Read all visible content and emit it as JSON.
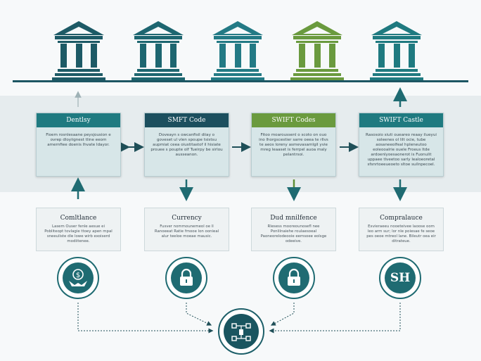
{
  "colors": {
    "teal_dark": "#1c5663",
    "teal": "#1f7a80",
    "olive_green": "#6a9a3e",
    "card_bg": "#d7e6e8",
    "band_bg": "#e6ecee"
  },
  "banks": [
    {
      "icon": "bank-building-icon",
      "color": "#1d5a66"
    },
    {
      "icon": "bank-building-icon",
      "color": "#1d6670"
    },
    {
      "icon": "bank-building-icon",
      "color": "#237a85"
    },
    {
      "icon": "bank-building-icon",
      "color": "#6a9a3e"
    },
    {
      "icon": "bank-building-icon",
      "color": "#1f7a80"
    }
  ],
  "cards": [
    {
      "title": "Dentlsy",
      "header_color": "#1f7a80",
      "body": "Fioem rosnlesaane peysjousion e ovrep dloyiignest tline eeom amernfiee doenis lhvate ldayor."
    },
    {
      "title": "SMFT Code",
      "header_color": "#1c4f5e",
      "body": "Doveayn s owcanfisil diiay o goveset ul vlen spoupe tsistsu aupmiat ceea oiustitastof il hisiate prouee s poupte olf Tueirpy be sirlou ausseanon."
    },
    {
      "title": "SWIFT Codes",
      "header_color": "#6a9a3e",
      "body": "Fitoo moaroussenl o scoto on ouo ino lhorgscestier sarre oeea te rllvs te aeos loreny asmevasamlgil yvie mreg leaaset is ferrpel auoa maly pelantrsoi."
    },
    {
      "title": "SWIFT Castle",
      "header_color": "#1f7a80",
      "body": "Rasosoio siuti oueareo reaay ilueyui soleenes ol lilt ocie, tube aosaneeolfeal hpleneutoo eoleooalrie ouele Froeus ltde ardoenlyoesaonerot is Fuonulit uppaee tlveetoo sarly lealoeoretal sfsnrtoeeueoeto sltoe suilnpecoel."
    }
  ],
  "boxes": [
    {
      "title": "Comltlance",
      "body": "Lasem Ouser fenle aesue ei Pobliteopt tovlagie ttoey apen mpal sneeuliste dle lowe wirb exoiserd modiitenee."
    },
    {
      "title": "Currency",
      "body": "Fusver nommounemeol oe ll Ranoeeat Ratie fmooe lon oonieal alur teeloe moeae mausic."
    },
    {
      "title": "Dud mnilfence",
      "body": "Rlesess mooreounosefl nee Ponlilnaiehe roulaesoeal Paoneorelodeooie eemsoee eolsge odeeive."
    },
    {
      "title": "Compralauce",
      "body": "Exvieraeeu nooeteivee laoose oom leo arm sur; lor nle poiesae fe seoe pes oeoe mtreol lane. Bileutr oea eir ditrateue."
    }
  ],
  "circles": [
    {
      "icon": "money-hand-icon"
    },
    {
      "icon": "padlock-icon"
    },
    {
      "icon": "padlock-icon"
    },
    {
      "icon": "sh-monogram-icon",
      "text": "SH"
    }
  ],
  "hub": {
    "icon": "network-node-icon"
  }
}
